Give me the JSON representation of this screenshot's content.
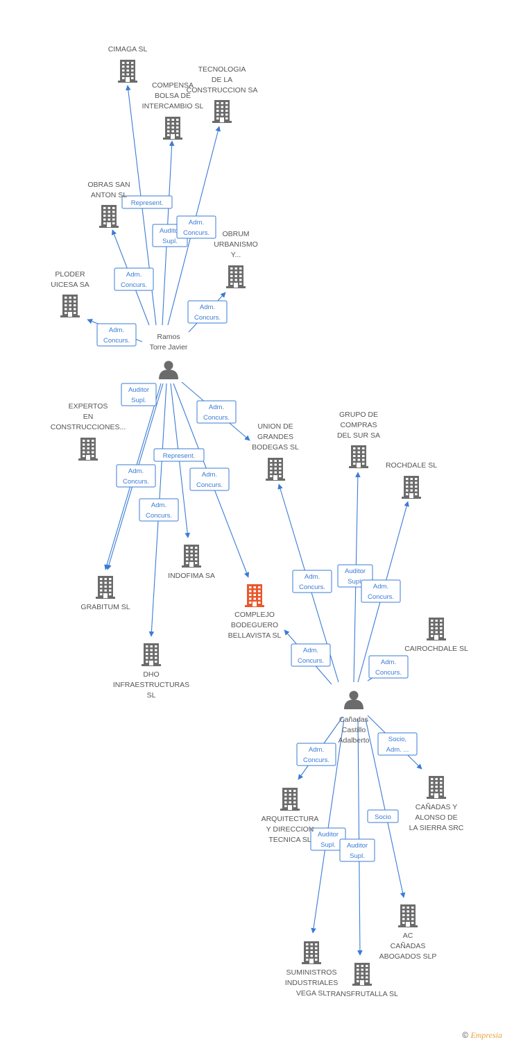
{
  "colors": {
    "edge": "#3a7bd5",
    "building": "#6b6b6b",
    "highlight": "#e8582c",
    "person": "#6b6b6b"
  },
  "nodes": [
    {
      "id": "cimaga",
      "kind": "company",
      "lines": [
        "CIMAGA SL"
      ]
    },
    {
      "id": "tecnologia",
      "kind": "company",
      "lines": [
        "TECNOLOGIA",
        "DE LA",
        "CONSTRUCCION SA"
      ]
    },
    {
      "id": "compensa",
      "kind": "company",
      "lines": [
        "COMPENSA",
        "BOLSA DE",
        "INTERCAMBIO SL"
      ]
    },
    {
      "id": "obras",
      "kind": "company",
      "lines": [
        "OBRAS SAN",
        "ANTON SL"
      ]
    },
    {
      "id": "obrum",
      "kind": "company",
      "lines": [
        "OBRUM",
        "URBANISMO",
        "Y..."
      ]
    },
    {
      "id": "ploder",
      "kind": "company",
      "lines": [
        "PLODER",
        "UICESA SA"
      ]
    },
    {
      "id": "ramos",
      "kind": "person",
      "lines": [
        "Ramos",
        "Torre Javier"
      ]
    },
    {
      "id": "expertos",
      "kind": "company",
      "lines": [
        "EXPERTOS",
        "EN",
        "CONSTRUCCIONES..."
      ]
    },
    {
      "id": "union",
      "kind": "company",
      "lines": [
        "UNION DE",
        "GRANDES",
        "BODEGAS SL"
      ]
    },
    {
      "id": "grupo",
      "kind": "company",
      "lines": [
        "GRUPO DE",
        "COMPRAS",
        "DEL SUR SA"
      ]
    },
    {
      "id": "rochdale",
      "kind": "company",
      "lines": [
        "ROCHDALE SL"
      ]
    },
    {
      "id": "indofima",
      "kind": "company",
      "lines": [
        "INDOFIMA SA"
      ]
    },
    {
      "id": "grabitum",
      "kind": "company",
      "lines": [
        "GRABITUM SL"
      ]
    },
    {
      "id": "complejo",
      "kind": "focus",
      "lines": [
        "COMPLEJO",
        "BODEGUERO",
        "BELLAVISTA SL"
      ]
    },
    {
      "id": "cairochdale",
      "kind": "company",
      "lines": [
        "CAIROCHDALE SL"
      ]
    },
    {
      "id": "dho",
      "kind": "company",
      "lines": [
        "DHO",
        "INFRAESTRUCTURAS",
        "SL"
      ]
    },
    {
      "id": "canadas",
      "kind": "person",
      "lines": [
        "Cañadas",
        "Castillo",
        "Adalberto"
      ]
    },
    {
      "id": "canadasalonso",
      "kind": "company",
      "lines": [
        "CAÑADAS Y",
        "ALONSO DE",
        "LA SIERRA SRC"
      ]
    },
    {
      "id": "arquitectura",
      "kind": "company",
      "lines": [
        "ARQUITECTURA",
        "Y DIRECCION",
        "TECNICA SL"
      ]
    },
    {
      "id": "ac",
      "kind": "company",
      "lines": [
        "AC",
        "CAÑADAS",
        "ABOGADOS SLP"
      ]
    },
    {
      "id": "suministros",
      "kind": "company",
      "lines": [
        "SUMINISTROS",
        "INDUSTRIALES",
        "VEGA SL"
      ]
    },
    {
      "id": "transfrutalla",
      "kind": "company",
      "lines": [
        "TRANSFRUTALLA SL"
      ]
    }
  ],
  "edges": [
    {
      "from": "ramos",
      "to": "cimaga",
      "lines": [
        "Represent."
      ]
    },
    {
      "from": "ramos",
      "to": "compensa",
      "lines": [
        "Auditor",
        "Supl."
      ]
    },
    {
      "from": "ramos",
      "to": "tecnologia",
      "lines": [
        "Adm.",
        "Concurs."
      ]
    },
    {
      "from": "ramos",
      "to": "obras",
      "lines": [
        "Adm.",
        "Concurs."
      ]
    },
    {
      "from": "ramos",
      "to": "obrum",
      "lines": [
        "Adm.",
        "Concurs."
      ]
    },
    {
      "from": "ramos",
      "to": "ploder",
      "lines": [
        "Adm.",
        "Concurs."
      ]
    },
    {
      "from": "ramos",
      "to": "grabitum",
      "lines": [
        "Auditor",
        "Supl."
      ]
    },
    {
      "from": "ramos",
      "to": "grabitum",
      "lines": [
        "Adm.",
        "Concurs."
      ]
    },
    {
      "from": "ramos",
      "to": "union",
      "lines": [
        "Adm.",
        "Concurs."
      ]
    },
    {
      "from": "ramos",
      "to": "indofima",
      "lines": [
        "Represent."
      ]
    },
    {
      "from": "ramos",
      "to": "complejo",
      "lines": [
        "Adm.",
        "Concurs."
      ]
    },
    {
      "from": "ramos",
      "to": "dho",
      "lines": [
        "Adm.",
        "Concurs."
      ]
    },
    {
      "from": "canadas",
      "to": "union",
      "lines": [
        "Adm.",
        "Concurs."
      ]
    },
    {
      "from": "canadas",
      "to": "grupo",
      "lines": [
        "Auditor",
        "Supl."
      ]
    },
    {
      "from": "canadas",
      "to": "rochdale",
      "lines": [
        "Adm.",
        "Concurs."
      ]
    },
    {
      "from": "canadas",
      "to": "complejo",
      "lines": [
        "Adm.",
        "Concurs."
      ]
    },
    {
      "from": "canadas",
      "to": "cairochdale",
      "lines": [
        "Adm.",
        "Concurs."
      ]
    },
    {
      "from": "canadas",
      "to": "canadasalonso",
      "lines": [
        "Socio,",
        "Adm. ..."
      ]
    },
    {
      "from": "canadas",
      "to": "arquitectura",
      "lines": [
        "Adm.",
        "Concurs."
      ]
    },
    {
      "from": "canadas",
      "to": "ac",
      "lines": [
        "Socio"
      ]
    },
    {
      "from": "canadas",
      "to": "suministros",
      "lines": [
        "Auditor",
        "Supl."
      ]
    },
    {
      "from": "canadas",
      "to": "transfrutalla",
      "lines": [
        "Auditor",
        "Supl."
      ]
    }
  ],
  "footer": {
    "copyright": "©",
    "brand": "Empresia"
  }
}
